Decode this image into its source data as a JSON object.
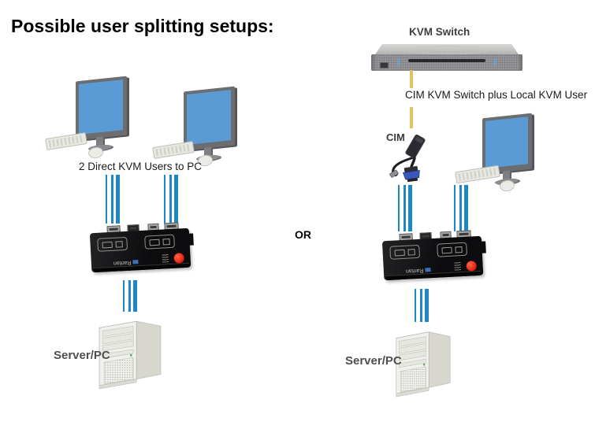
{
  "title": "Possible user splitting setups:",
  "connector_label": "OR",
  "left_setup": {
    "caption": "2 Direct KVM Users to PC",
    "server_label": "Server/PC",
    "device_brand": "Raritan"
  },
  "right_setup": {
    "kvm_switch_label": "KVM Switch",
    "caption": "CIM KVM Switch plus Local KVM User",
    "cim_label": "CIM",
    "server_label": "Server/PC",
    "device_brand": "Raritan"
  },
  "colors": {
    "cable_blue": "#1d86c6",
    "cable_yellow": "#dfc45e",
    "screen_blue": "#5b9bd5",
    "power_button_red": "#e11b0e"
  }
}
